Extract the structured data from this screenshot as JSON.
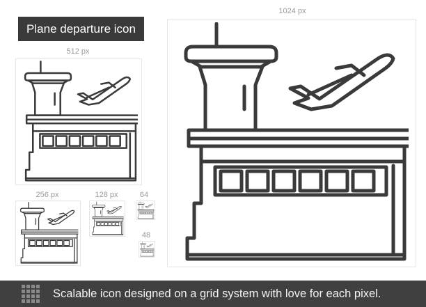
{
  "title": "Plane departure icon",
  "sizes": {
    "s1024": "1024 px",
    "s512": "512 px",
    "s256": "256 px",
    "s128": "128 px",
    "s64": "64",
    "s48": "48"
  },
  "footer": {
    "text": "Scalable icon designed on a grid system with love for each pixel.",
    "icon": "grid-icon"
  },
  "colors": {
    "stroke": "#3a3a3a",
    "footer_bg": "#404040",
    "label": "#9a9a9a"
  }
}
